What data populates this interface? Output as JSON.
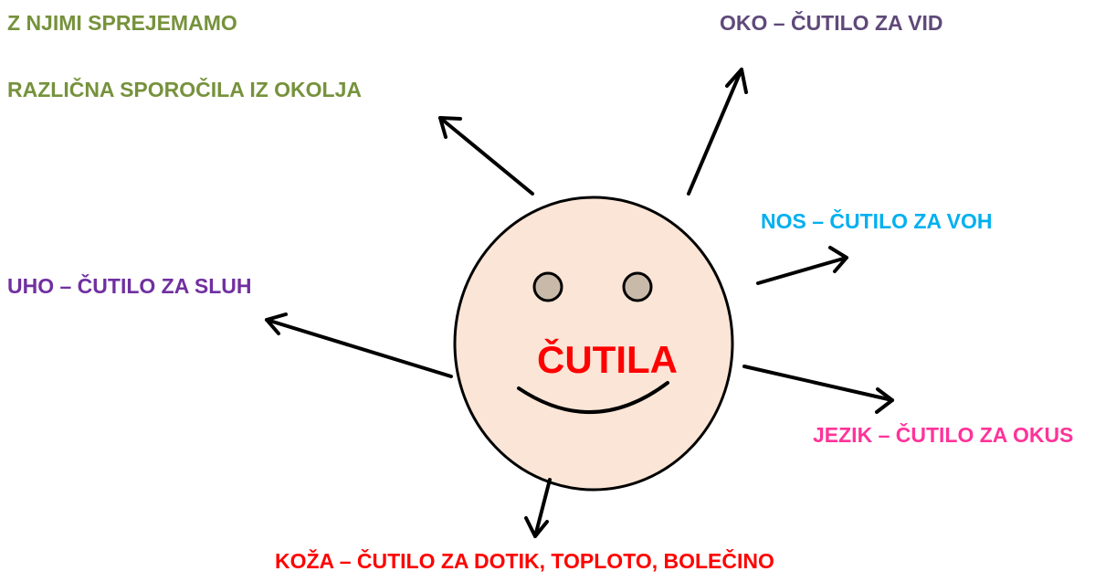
{
  "diagram": {
    "center_label": "ČUTILA",
    "intro_lines": [
      "Z NJIMI SPREJEMAMO",
      "RAZLIČNA SPOROČILA IZ OKOLJA"
    ],
    "senses": {
      "eye": "OKO – ČUTILO ZA VID",
      "nose": "NOS – ČUTILO ZA VOH",
      "ear": "UHO – ČUTILO ZA SLUH",
      "tongue": "JEZIK – ČUTILO ZA OKUS",
      "skin": "KOŽA – ČUTILO ZA DOTIK, TOPLOTO, BOLEČINO"
    }
  },
  "colors": {
    "intro": "#76923c",
    "eye": "#5f497a",
    "nose": "#00b0f0",
    "ear": "#7030a0",
    "tongue": "#ff3399",
    "skin": "#ff0000",
    "center": "#ff0000",
    "face_fill": "#fbe5d6",
    "eye_fill": "#c9b9a9"
  }
}
